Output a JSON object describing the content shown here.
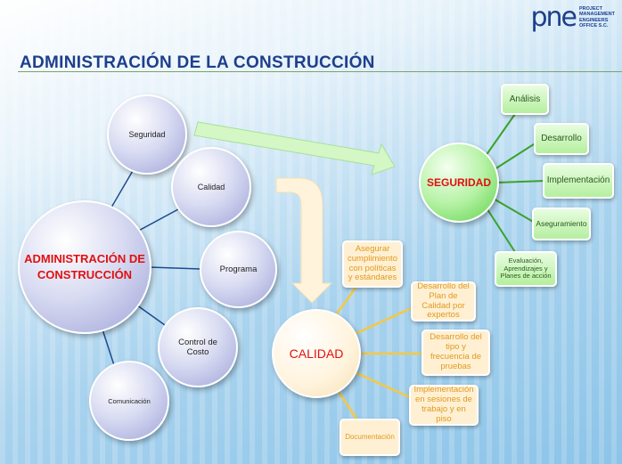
{
  "title": "ADMINISTRACIÓN DE LA CONSTRUCCIÓN",
  "logo": {
    "mark": "pne",
    "lines": [
      "PROJECT",
      "MANAGEMENT",
      "ENGINEERS",
      "OFFICE S.C."
    ]
  },
  "central": "ADMINISTRACIÓN DE CONSTRUCCIÓN",
  "areas": [
    "Seguridad",
    "Calidad",
    "Programa",
    "Control de Costo",
    "Comunicación"
  ],
  "seguridad": {
    "label": "SEGURIDAD",
    "items": [
      "Análisis",
      "Desarrollo",
      "Implementación",
      "Aseguramiento",
      "Evaluación, Aprendizajes y Planes de acción"
    ]
  },
  "calidad": {
    "label": "CALIDAD",
    "items": [
      "Asegurar cumplimiento con políticas y estándares",
      "Desarrollo del Plan de Calidad por expertos",
      "Desarrollo del tipo y frecuencia de pruebas",
      "Implementación en sesiones de trabajo y en piso",
      "Documentación"
    ]
  },
  "colors": {
    "title": "#1d3f8c",
    "central_text": "#e01010",
    "green_line": "#3aa32a",
    "beige_line": "#f5c842"
  }
}
